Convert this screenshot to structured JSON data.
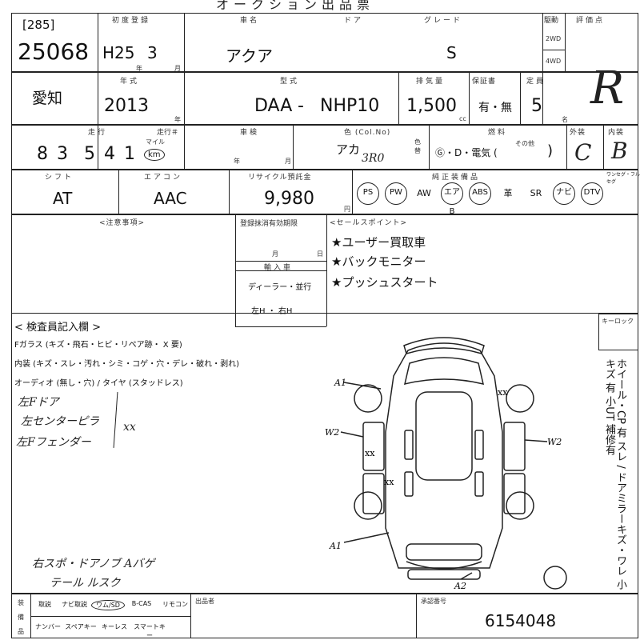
{
  "top_title": "オークション出品票",
  "lot": {
    "bracket": "[285]",
    "number": "25068"
  },
  "headers": {
    "first_reg": "初度登録",
    "car_name": "車名",
    "door": "ドア",
    "grade": "グレード",
    "drive": "駆動",
    "score": "評価点",
    "year": "年式",
    "model": "型式",
    "displacement": "排気量",
    "warranty": "保証書",
    "capacity": "定員",
    "mileage": "走行",
    "history": "走行＃",
    "inspection": "車検",
    "color": "色 (Col.No)",
    "fuel": "燃料",
    "exterior": "外装",
    "interior": "内装",
    "shift": "シフト",
    "aircon": "エアコン",
    "recycle": "リサイクル預託金",
    "equipment": "純正装備品",
    "notes": "<注意事項>",
    "reg_expiry": "登録抹消有効期限",
    "imported": "輸入車",
    "sales_points": "<セールスポイント>",
    "inspector": "< 検査員記入欄 >",
    "key": "キーロック"
  },
  "first_reg": {
    "era": "H25",
    "month": "3",
    "unit_year": "年",
    "unit_month": "月"
  },
  "car_name": "アクア",
  "grade": "S",
  "drive": {
    "two": "2WD",
    "four": "4WD"
  },
  "score_hand": "R",
  "region": "愛知",
  "year": "2013",
  "year_unit": "年",
  "model": {
    "prefix": "DAA",
    "dash": "-",
    "code": "NHP10"
  },
  "displacement": {
    "value": "1,500",
    "unit": "cc"
  },
  "warranty": "有・無",
  "capacity": {
    "value": "5",
    "unit": "名"
  },
  "mileage": {
    "digits": "8 3  5 4 1",
    "unit_top": "マイル",
    "unit_circle": "km"
  },
  "inspection": {
    "unit_year": "年",
    "unit_month": "月"
  },
  "color": {
    "name": "アカ",
    "code": "3R0",
    "label": "色替"
  },
  "fuel": {
    "options": "Ⓖ・D・電気 (",
    "other": "その他",
    "close": ")"
  },
  "exterior": "C",
  "interior": "B",
  "shift": "AT",
  "aircon": "AAC",
  "recycle": {
    "value": "9,980",
    "unit": "円"
  },
  "equipment": [
    {
      "label": "PS",
      "circled": true
    },
    {
      "label": "PW",
      "circled": true
    },
    {
      "label": "AW",
      "circled": false
    },
    {
      "label": "エアB",
      "circled": true
    },
    {
      "label": "ABS",
      "circled": true
    },
    {
      "label": "革",
      "circled": false
    },
    {
      "label": "SR",
      "circled": false
    },
    {
      "label": "ナビ",
      "circled": true
    },
    {
      "label": "DTV",
      "circled": true
    }
  ],
  "equip_extra": "ワンセグ・フルセグ",
  "reg_expiry": {
    "month": "月",
    "day": "日"
  },
  "imported": {
    "option": "ディーラー・並行",
    "steering": "左H ・ 右H"
  },
  "sales_points": [
    "★ユーザー買取車",
    "★バックモニター",
    "★プッシュスタート"
  ],
  "inspector_lines": [
    "Fガラス (キズ・飛石・ヒビ・リペア跡・ X 要)",
    "内装 (キズ・スレ・汚れ・シミ・コゲ・穴・デレ・破れ・剥れ)",
    "オーディオ (無し・穴) / タイヤ (スタッドレス)"
  ],
  "hand_notes": [
    "左Fドア",
    "左センターピラ",
    "左Fフェンダー"
  ],
  "hand_xx": "xx",
  "hand_bottom": [
    "右スポ・ドアノブ Aバゲ",
    "テール ルスク"
  ],
  "side_notes": "ホイール・CP 有 スレ / ドアミラーキズ・ワレ 小キズ 有 小UT 補修有",
  "diagram_marks": {
    "a1_top": "A1",
    "w2_left": "W2",
    "w2_right": "W2",
    "a1_bottom": "A1",
    "a2": "A2",
    "xx": "xx"
  },
  "footer": {
    "label1": "装",
    "label2": "備",
    "label3": "品",
    "row1": [
      "取説",
      "ナビ取説",
      "ワム/SD",
      "B-CAS",
      "リモコン"
    ],
    "row2": [
      "ナンバー",
      "スペアキー",
      "キーレス",
      "スマートキー"
    ],
    "seller_label": "出品者",
    "approval_label": "承認番号",
    "approval": "6154048"
  }
}
